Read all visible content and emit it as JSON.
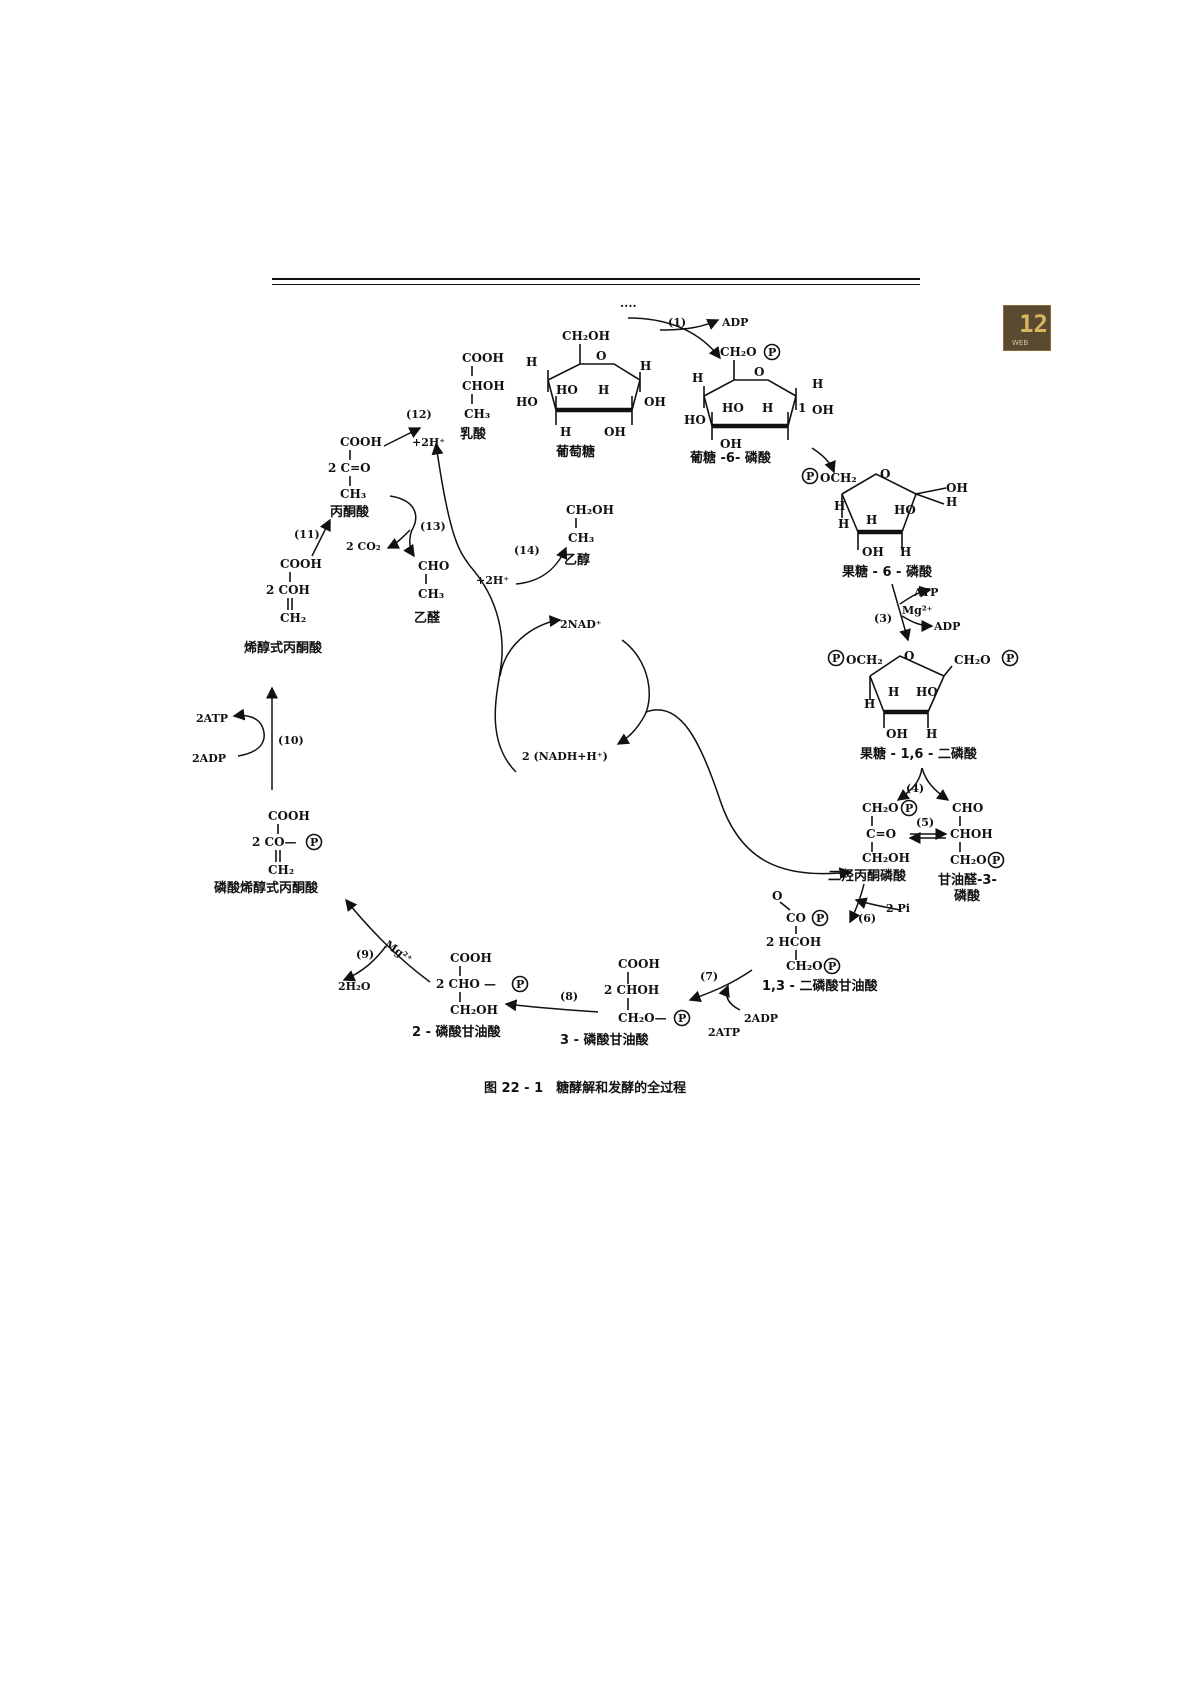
{
  "diagram": {
    "caption": "图 22 - 1　糖酵解和发酵的全过程",
    "compounds": {
      "glucose": {
        "name": "葡萄糖",
        "top": "CH₂OH",
        "labels": [
          "H",
          "H",
          "HO",
          "HO",
          "H",
          "OH",
          "H",
          "OH"
        ]
      },
      "g6p": {
        "name": "葡糖 -6- 磷酸",
        "top": "CH₂O",
        "labels": [
          "H",
          "H",
          "HO",
          "HO",
          "H",
          "OH",
          "1",
          "OH"
        ]
      },
      "f6p": {
        "name": "果糖 - 6 - 磷酸",
        "left": "OCH₂",
        "labels": [
          "H",
          "HO",
          "OH",
          "H",
          "H",
          "OH",
          "H"
        ]
      },
      "f16bp": {
        "name": "果糖 - 1,6 - 二磷酸",
        "left": "OCH₂",
        "right": "CH₂O",
        "labels": [
          "H",
          "HO",
          "H",
          "OH",
          "H"
        ]
      },
      "dhap": {
        "name": "二羟丙酮磷酸",
        "lines": [
          "CH₂O",
          "C=O",
          "CH₂OH"
        ]
      },
      "g3p": {
        "name_lines": [
          "甘油醛-3-",
          "磷酸"
        ],
        "lines": [
          "CHO",
          "CHOH",
          "CH₂O"
        ]
      },
      "bpg13": {
        "name": "1,3 - 二磷酸甘油酸",
        "lines": [
          "O",
          "CO",
          "2 HCOH",
          "CH₂O"
        ]
      },
      "pg3": {
        "name": "3 - 磷酸甘油酸",
        "lines": [
          "COOH",
          "2 CHOH",
          "CH₂O—"
        ]
      },
      "pg2": {
        "name": "2 - 磷酸甘油酸",
        "lines": [
          "COOH",
          "2 CHO —",
          "CH₂OH"
        ]
      },
      "pep": {
        "name": "磷酸烯醇式丙酮酸",
        "lines": [
          "COOH",
          "2 CO—",
          "CH₂"
        ]
      },
      "enolpyr": {
        "name": "烯醇式丙酮酸",
        "lines": [
          "COOH",
          "2 COH",
          "CH₂"
        ]
      },
      "pyruvate": {
        "name": "丙酮酸",
        "lines": [
          "COOH",
          "2 C=O",
          "CH₃"
        ]
      },
      "lactate": {
        "name": "乳酸",
        "lines": [
          "COOH",
          "CHOH",
          "CH₃"
        ]
      },
      "acetaldehyde": {
        "name": "乙醛",
        "lines": [
          "CHO",
          "CH₃"
        ]
      },
      "ethanol": {
        "name": "乙醇",
        "lines": [
          "CH₂OH",
          "CH₃"
        ]
      }
    },
    "phosphate": "P",
    "cofactors": {
      "atp1_dots": "····",
      "adp1": "ADP",
      "atp3": "ATP",
      "mg3": "Mg²⁺",
      "adp3": "ADP",
      "pi6": "2 Pi",
      "adp7": "2ADP",
      "atp7": "2ATP",
      "mg9": "Mg²⁺",
      "h2o9": "2H₂O",
      "atp10": "2ATP",
      "adp10": "2ADP",
      "co2_13": "2 CO₂",
      "h12": "+2H⁺",
      "h14": "+2H⁺",
      "nad": "2NAD⁺",
      "nadh": "2 (NADH+H⁺)"
    },
    "steps": [
      "(1)",
      "(3)",
      "(4)",
      "(5)",
      "(6)",
      "(7)",
      "(8)",
      "(9)",
      "(10)",
      "(11)",
      "(12)",
      "(13)",
      "(14)"
    ]
  },
  "corner_tab": {
    "glyph": "12",
    "sub": "WEB"
  }
}
